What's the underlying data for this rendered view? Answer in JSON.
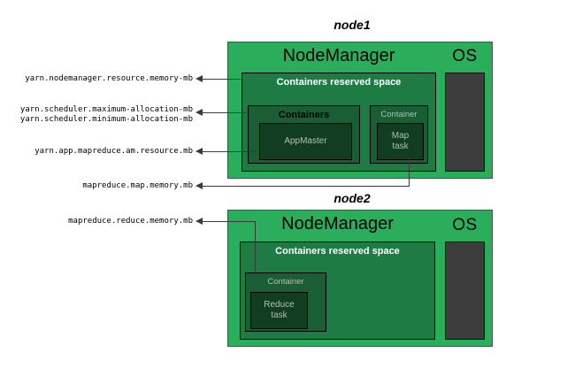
{
  "colors": {
    "node_green": "#2bae5c",
    "reserved_green": "#1e7b44",
    "container_green": "#1a5e35",
    "task_green": "#113e22",
    "os_gray": "#3d3d3d",
    "line": "#3a3a3a",
    "light_text": "#b3bfb4",
    "white_text": "#ffffff"
  },
  "config_labels": [
    {
      "text": "yarn.nodemanager.resource.memory-mb"
    },
    {
      "text": "yarn.scheduler.maximum-allocation-mb\nyarn.scheduler.minimum-allocation-mb"
    },
    {
      "text": "yarn.app.mapreduce.am.resource.mb"
    },
    {
      "text": "mapreduce.map.memory.mb"
    },
    {
      "text": "mapreduce.reduce.memory.mb"
    }
  ],
  "node1": {
    "title": "node1",
    "nodemanager_label": "NodeManager",
    "os_label": "OS",
    "reserved_label": "Containers reserved space",
    "containers_label": "Containers",
    "appmaster_label": "AppMaster",
    "container_label": "Container",
    "map_task_label": "Map\ntask"
  },
  "node2": {
    "title": "node2",
    "nodemanager_label": "NodeManager",
    "os_label": "OS",
    "reserved_label": "Containers reserved space",
    "container_label": "Container",
    "reduce_task_label": "Reduce\ntask"
  }
}
